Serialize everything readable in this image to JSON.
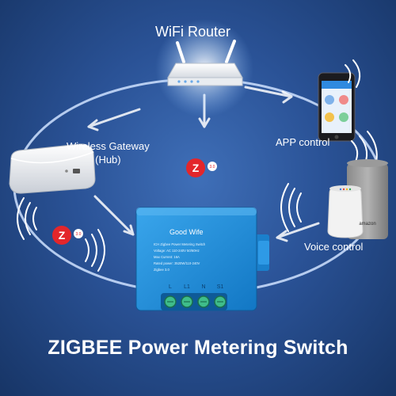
{
  "labels": {
    "router": "WiFi Router",
    "gateway_line1": "Wireless Gateway",
    "gateway_line2": "(Hub)",
    "app": "APP control",
    "voice": "Voice control"
  },
  "module": {
    "brand": "Good Wife",
    "spec_lines": [
      "ICH Zigbee Power Metering Switch",
      "Voltage: AC 110-240V 50/60Hz",
      "Max Current: 16A",
      "Rated power: 3520W/110-240V",
      "Zigbee 3.0"
    ],
    "terminals": [
      "L",
      "L1",
      "N",
      "S1"
    ]
  },
  "zigbee_badges": [
    {
      "letter": "Z",
      "version": "3.0"
    },
    {
      "letter": "Z",
      "version": "3.0"
    }
  ],
  "smart_speaker_brand": "amazon",
  "title": "ZIGBEE Power Metering Switch",
  "colors": {
    "background": "#2a5296",
    "module_blue": "#1e8fd8",
    "zigbee_red": "#e3262b",
    "ring": "#cfe2ff"
  },
  "icons": [
    "wifi-router-icon",
    "smartphone-icon",
    "smart-speaker-icon",
    "wireless-gateway-icon",
    "signal-waves-icon",
    "zigbee-badge-icon"
  ]
}
